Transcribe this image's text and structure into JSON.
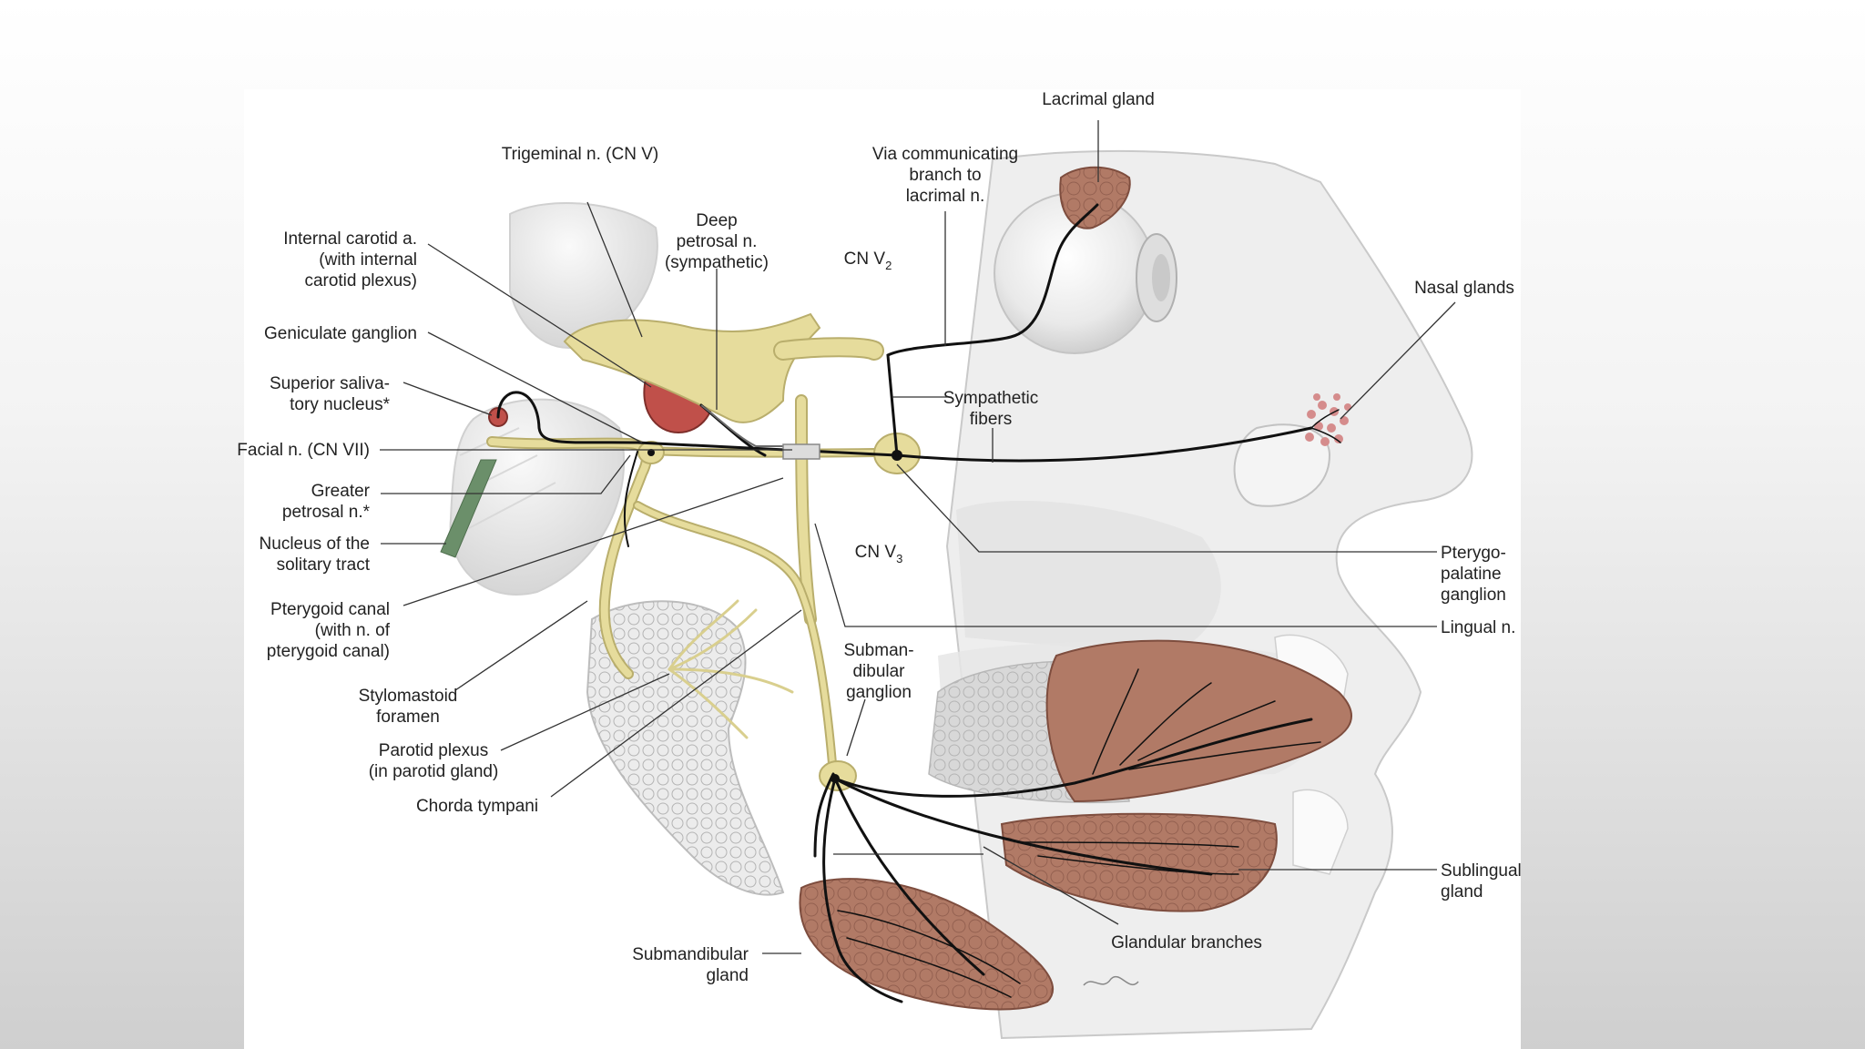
{
  "diagram": {
    "labels": {
      "lacrimal_gland": [
        "Lacrimal gland"
      ],
      "trigeminal": [
        "Trigeminal n. (CN V)"
      ],
      "via_communicating": [
        "Via communicating",
        "branch to",
        "lacrimal n."
      ],
      "deep_petrosal": [
        "Deep",
        "petrosal n.",
        "(sympathetic)"
      ],
      "internal_carotid": [
        "Internal carotid a.",
        "(with internal",
        "carotid plexus)"
      ],
      "nasal_glands": [
        "Nasal glands"
      ],
      "geniculate": [
        "Geniculate ganglion"
      ],
      "superior_salivatory": [
        "Superior saliva-",
        "tory nucleus*"
      ],
      "sympathetic_fibers": [
        "Sympathetic",
        "fibers"
      ],
      "facial_n": [
        "Facial n. (CN VII)"
      ],
      "greater_petrosal": [
        "Greater",
        "petrosal n.*"
      ],
      "solitary_tract": [
        "Nucleus of the",
        "solitary tract"
      ],
      "pterygoid_canal": [
        "Pterygoid canal",
        "(with n. of",
        "pterygoid canal)"
      ],
      "pterygopalatine": [
        "Pterygo-",
        "palatine",
        "ganglion"
      ],
      "lingual_n": [
        "Lingual n."
      ],
      "stylomastoid": [
        "Stylomastoid",
        "foramen"
      ],
      "parotid_plexus": [
        "Parotid plexus",
        "(in parotid gland)"
      ],
      "chorda_tympani": [
        "Chorda tympani"
      ],
      "submandibular_ganglion": [
        "Subman-",
        "dibular",
        "ganglion"
      ],
      "sublingual_gland": [
        "Sublingual",
        "gland"
      ],
      "glandular_branches": [
        "Glandular branches"
      ],
      "submandibular_gland": [
        "Submandibular",
        "gland"
      ]
    },
    "cn_v2": {
      "text": "CN V",
      "sub": "2"
    },
    "cn_v3": {
      "text": "CN V",
      "sub": "3"
    },
    "colors": {
      "nerve_yellow": "#e6dc9c",
      "nerve_outline": "#b9ae6c",
      "fiber_black": "#111111",
      "gland_brown": "#a8705f",
      "artery_red": "#c0504a",
      "nucleus_green": "#6b8f6a",
      "tissue_gray": "#e4e4e4"
    }
  }
}
